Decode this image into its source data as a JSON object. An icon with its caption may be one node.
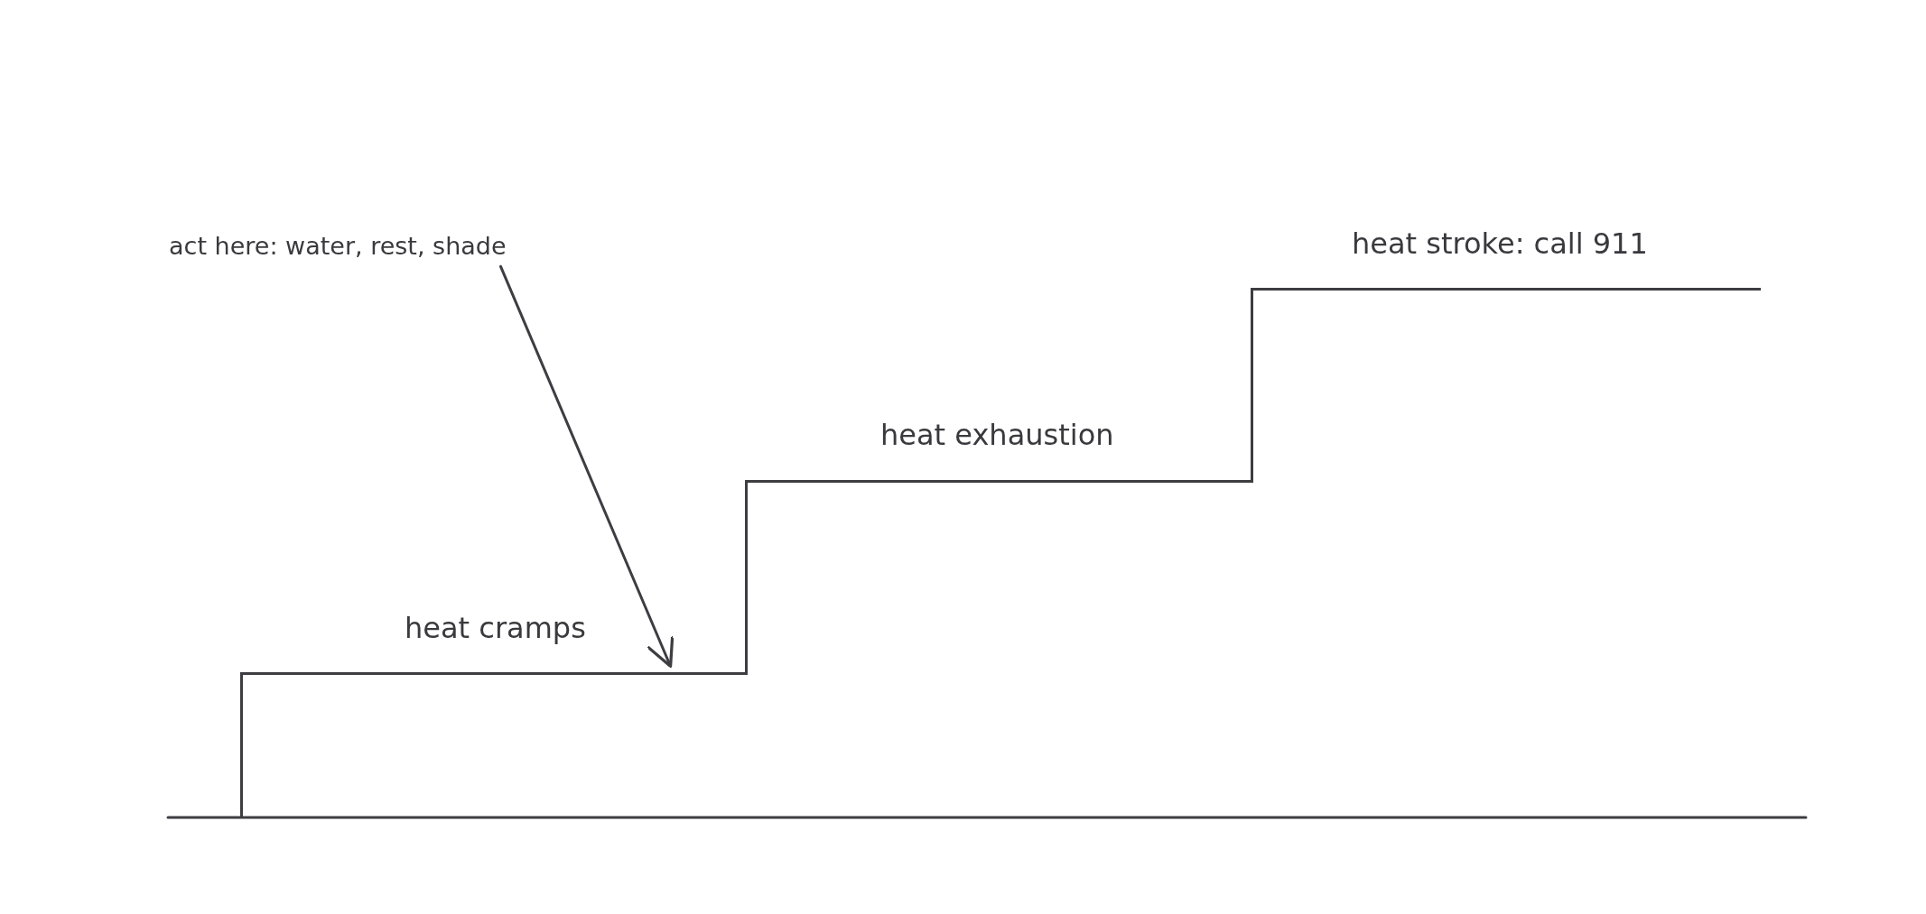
{
  "diagram": {
    "nodes": [
      {
        "text": [
          "act here: water, rest, shade"
        ]
      },
      {
        "text": [
          "heat cramps"
        ]
      },
      {
        "text": [
          "heat exhaustion"
        ]
      },
      {
        "text": [
          "heat stroke: call 911"
        ]
      }
    ],
    "edges": [
      {
        "from": 0,
        "to": 1,
        "arrow": "to"
      }
    ]
  }
}
